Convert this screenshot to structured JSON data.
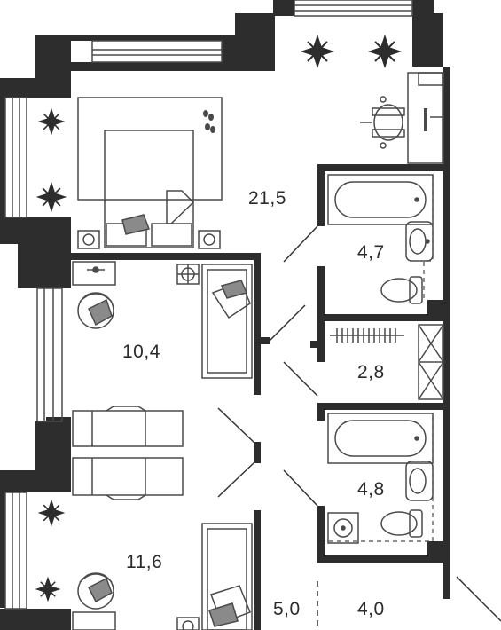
{
  "colors": {
    "wall": "#2d2d2d",
    "line": "#4a4a4a",
    "accent": "#8a8a8a",
    "background": "#ffffff"
  },
  "rooms": [
    {
      "id": "bedroom-main",
      "area": "21,5"
    },
    {
      "id": "bathroom-1",
      "area": "4,7"
    },
    {
      "id": "bedroom-2",
      "area": "10,4"
    },
    {
      "id": "wardrobe",
      "area": "2,8"
    },
    {
      "id": "bathroom-2",
      "area": "4,8"
    },
    {
      "id": "bedroom-3",
      "area": "11,6"
    },
    {
      "id": "corridor",
      "area": "5,0"
    },
    {
      "id": "hall",
      "area": "4,0"
    }
  ],
  "icons": [
    "plant-icon",
    "bed-icon",
    "desk-chair-icon",
    "bathtub-icon",
    "toilet-icon",
    "sink-icon",
    "armchair-icon",
    "wardrobe-rail-icon",
    "washing-machine-icon",
    "footprints-icon"
  ]
}
